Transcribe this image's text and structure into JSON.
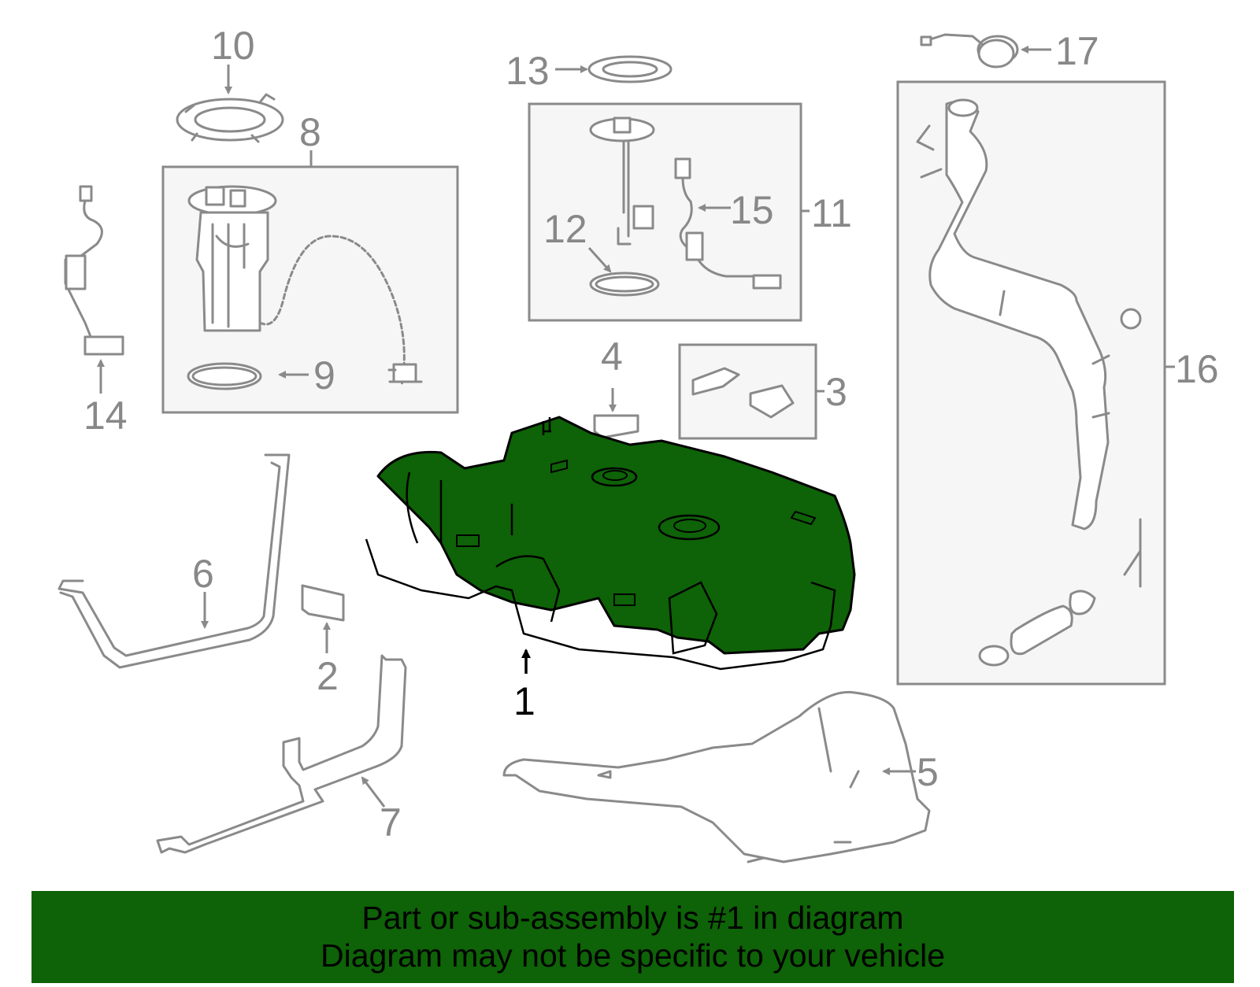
{
  "colors": {
    "highlight": "#0e6207",
    "part_outline": "#8a8a8a",
    "label_gray": "#888888",
    "banner_background": "#0e6207",
    "banner_text": "#000000"
  },
  "highlighted_part": "1",
  "callouts": {
    "c1": "1",
    "c2": "2",
    "c3": "3",
    "c4": "4",
    "c5": "5",
    "c6": "6",
    "c7": "7",
    "c8": "8",
    "c9": "9",
    "c10": "10",
    "c11": "11",
    "c12": "12",
    "c13": "13",
    "c14": "14",
    "c15": "15",
    "c16": "16",
    "c17": "17"
  },
  "banner": {
    "line1": "Part or sub-assembly is #1 in diagram",
    "line2": "Diagram may not be specific to your vehicle"
  }
}
